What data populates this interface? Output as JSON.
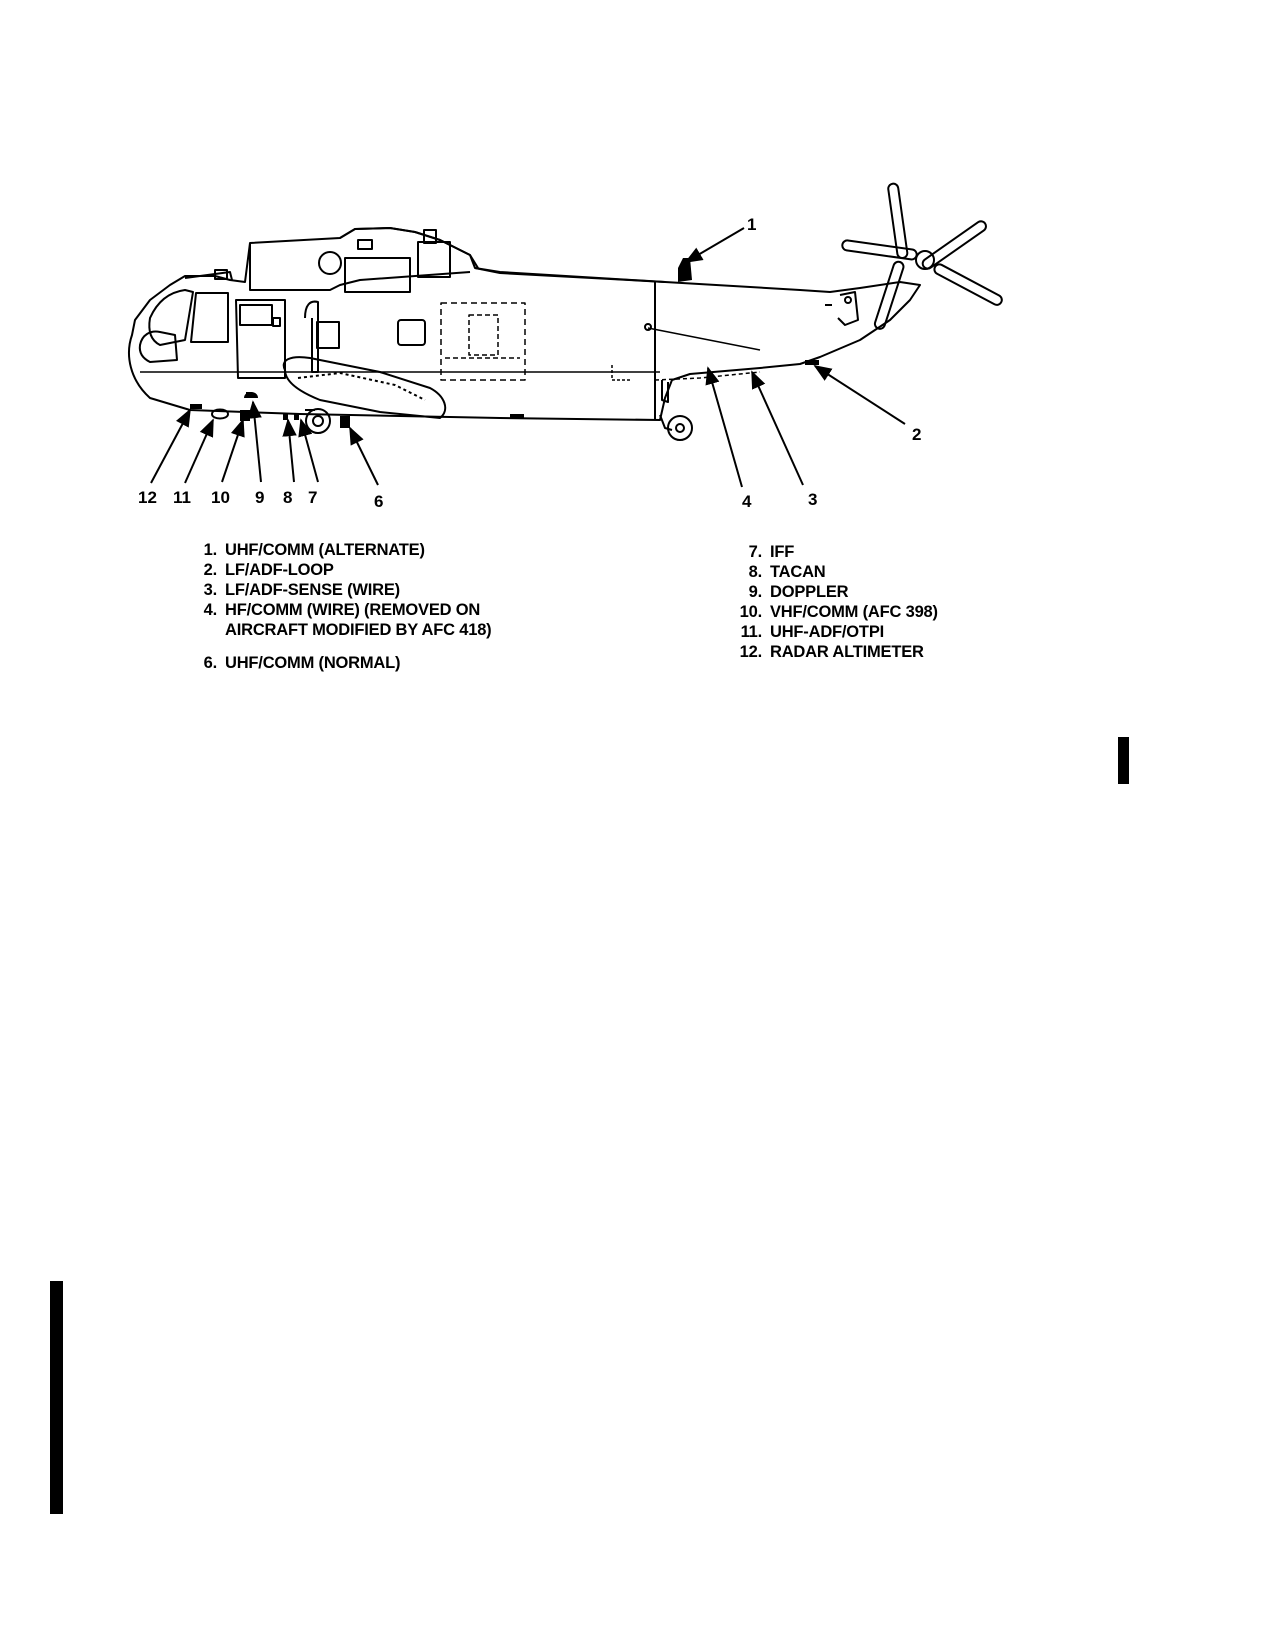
{
  "callouts": {
    "n1": "1",
    "n2": "2",
    "n3": "3",
    "n4": "4",
    "n6": "6",
    "n7": "7",
    "n8": "8",
    "n9": "9",
    "n10": "10",
    "n11": "11",
    "n12": "12"
  },
  "legend_left": [
    {
      "num": "1.",
      "text": "UHF/COMM (ALTERNATE)"
    },
    {
      "num": "2.",
      "text": "LF/ADF-LOOP"
    },
    {
      "num": "3.",
      "text": "LF/ADF-SENSE (WIRE)"
    },
    {
      "num": "4.",
      "text": "HF/COMM (WIRE) (REMOVED ON",
      "cont": "AIRCRAFT MODIFIED BY AFC 418)"
    },
    {
      "num": "6.",
      "text": "UHF/COMM (NORMAL)"
    }
  ],
  "legend_right": [
    {
      "num": "7.",
      "text": "IFF"
    },
    {
      "num": "8.",
      "text": "TACAN"
    },
    {
      "num": "9.",
      "text": "DOPPLER"
    },
    {
      "num": "10.",
      "text": "VHF/COMM (AFC 398)"
    },
    {
      "num": "11.",
      "text": "UHF-ADF/OTPI"
    },
    {
      "num": "12.",
      "text": "RADAR ALTIMETER"
    }
  ]
}
